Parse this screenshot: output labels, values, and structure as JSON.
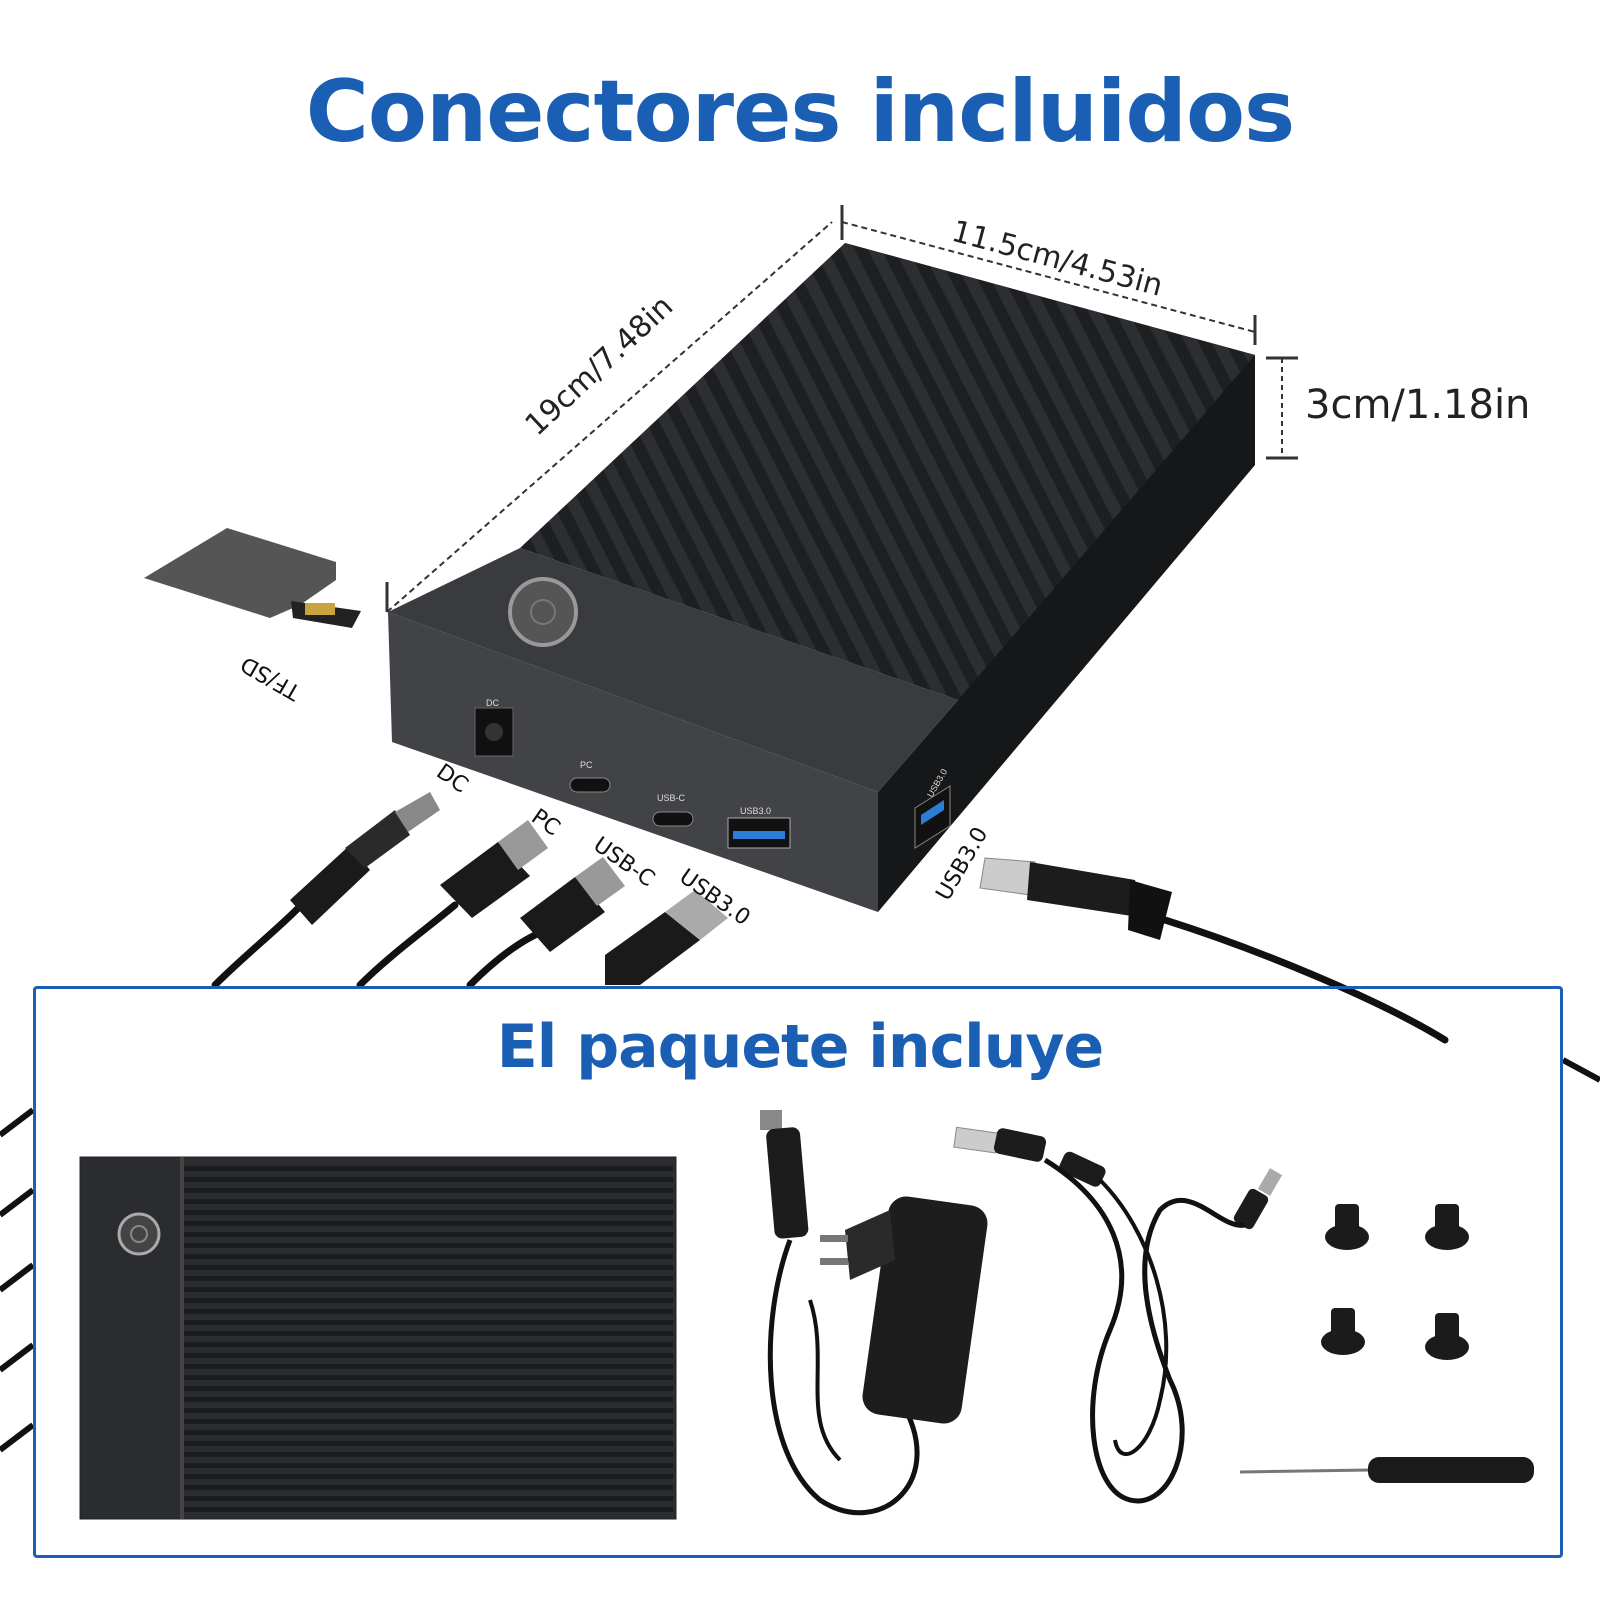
{
  "header": {
    "title": "Conectores incluidos"
  },
  "dimensions": {
    "width": "11.5cm/4.53in",
    "length": "19cm/7.48in",
    "height": "3cm/1.18in"
  },
  "connectors": {
    "tf_sd": "TF/SD",
    "dc": "DC",
    "pc": "PC",
    "usb_c": "USB-C",
    "usb3_front": "USB3.0",
    "usb3_side": "USB3.0"
  },
  "port_labels": {
    "dc": "DC",
    "pc": "PC",
    "usb_c": "USB-C",
    "usb3": "USB3.0",
    "usb3_side": "USB3.0"
  },
  "package": {
    "title": "El paquete incluye"
  },
  "colors": {
    "title_blue": "#1a5fb4",
    "frame_blue": "#1a5fb4",
    "enclosure": "#2a2b2e"
  }
}
